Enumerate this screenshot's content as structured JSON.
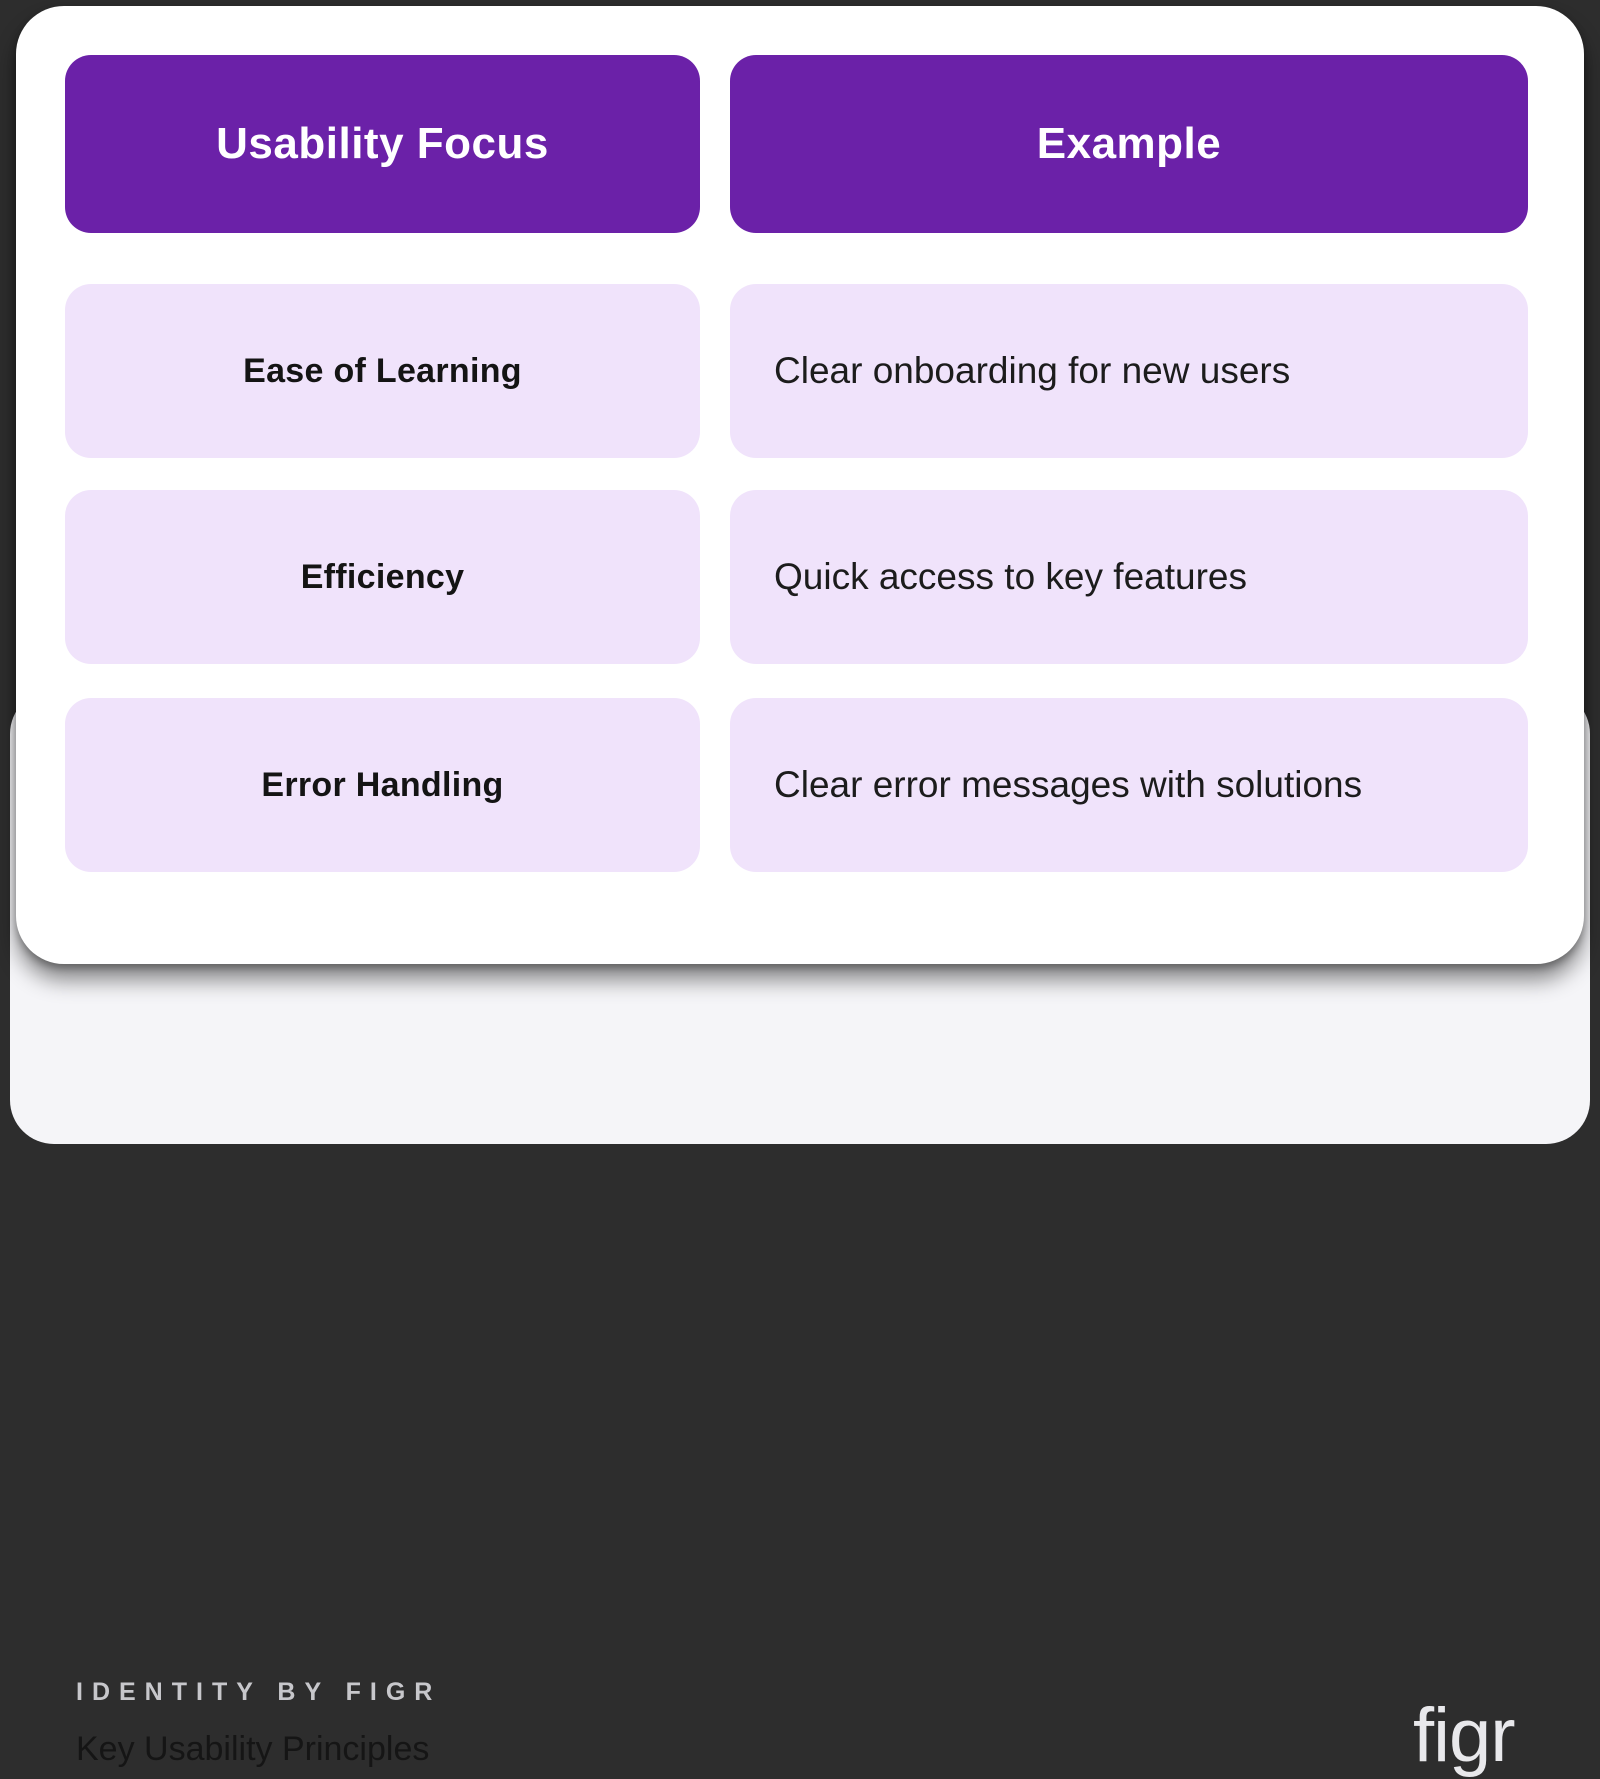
{
  "chart_data": {
    "type": "table",
    "title": "Key Usability Principles",
    "columns": [
      "Usability Focus",
      "Example"
    ],
    "rows": [
      [
        "Ease of Learning",
        "Clear onboarding for new users"
      ],
      [
        "Efficiency",
        "Quick access to key features"
      ],
      [
        "Error Handling",
        "Clear error messages with solutions"
      ]
    ]
  },
  "table": {
    "headers": {
      "focus": "Usability Focus",
      "example": "Example"
    },
    "rows": [
      {
        "focus": "Ease of Learning",
        "example": "Clear onboarding for new users"
      },
      {
        "focus": "Efficiency",
        "example": "Quick access to key features"
      },
      {
        "focus": "Error Handling",
        "example": "Clear error messages with solutions"
      }
    ]
  },
  "footer": {
    "brand_label": "IDENTITY BY FIGR",
    "title": "Key Usability Principles",
    "logo_text": "figr"
  },
  "colors": {
    "header_bg": "#6B21A8",
    "row_bg": "#F0E3FB",
    "card_bg": "#FFFFFF",
    "footer_bg": "#F5F5F8",
    "page_bg": "#2D2D2D",
    "brand_text": "#C7C7CB",
    "logo_text": "#E8E8EB"
  }
}
